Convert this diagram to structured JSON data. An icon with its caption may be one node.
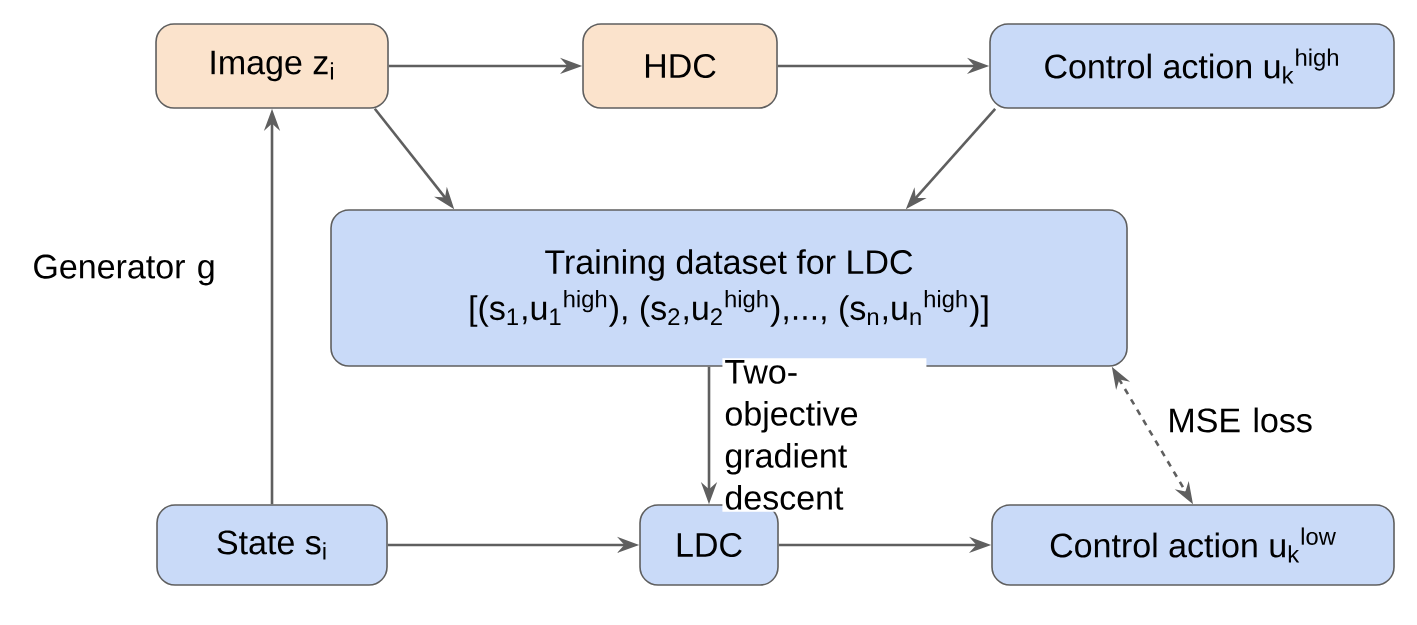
{
  "diagram": {
    "nodes": [
      {
        "text": [
          "Image z$_{i}$"
        ]
      },
      {
        "text": [
          "HDC"
        ]
      },
      {
        "text": [
          "Control action u$_{k}$$^{high}$"
        ]
      },
      {
        "text": [
          "Training dataset for LDC",
          "[(s$_{1}$,u$_{1}$$^{high}$), (s$_{2}$,u$_{2}$$^{high}$),..., (s$_{n}$,u$_{n}$$^{high}$)]"
        ]
      },
      {
        "text": [
          "State s$_{i}$"
        ]
      },
      {
        "text": [
          "LDC"
        ]
      },
      {
        "text": [
          "Control action u$_{k}$$^{low}$"
        ]
      }
    ],
    "edges": [
      {
        "from": 0,
        "to": 1,
        "arrow": "to"
      },
      {
        "from": 1,
        "to": 2,
        "arrow": "to"
      },
      {
        "from": 0,
        "to": 3,
        "arrow": "to"
      },
      {
        "from": 2,
        "to": 3,
        "arrow": "to"
      },
      {
        "from": 4,
        "to": 0,
        "arrow": "to",
        "label": "Generator g"
      },
      {
        "from": 3,
        "to": 5,
        "arrow": "to",
        "label": "Two-objective gradient descent"
      },
      {
        "from": 4,
        "to": 5,
        "arrow": "to"
      },
      {
        "from": 5,
        "to": 6,
        "arrow": "to"
      },
      {
        "from": 3,
        "to": 6,
        "arrow": "both",
        "style": "dashed",
        "label": "MSE loss"
      }
    ]
  }
}
